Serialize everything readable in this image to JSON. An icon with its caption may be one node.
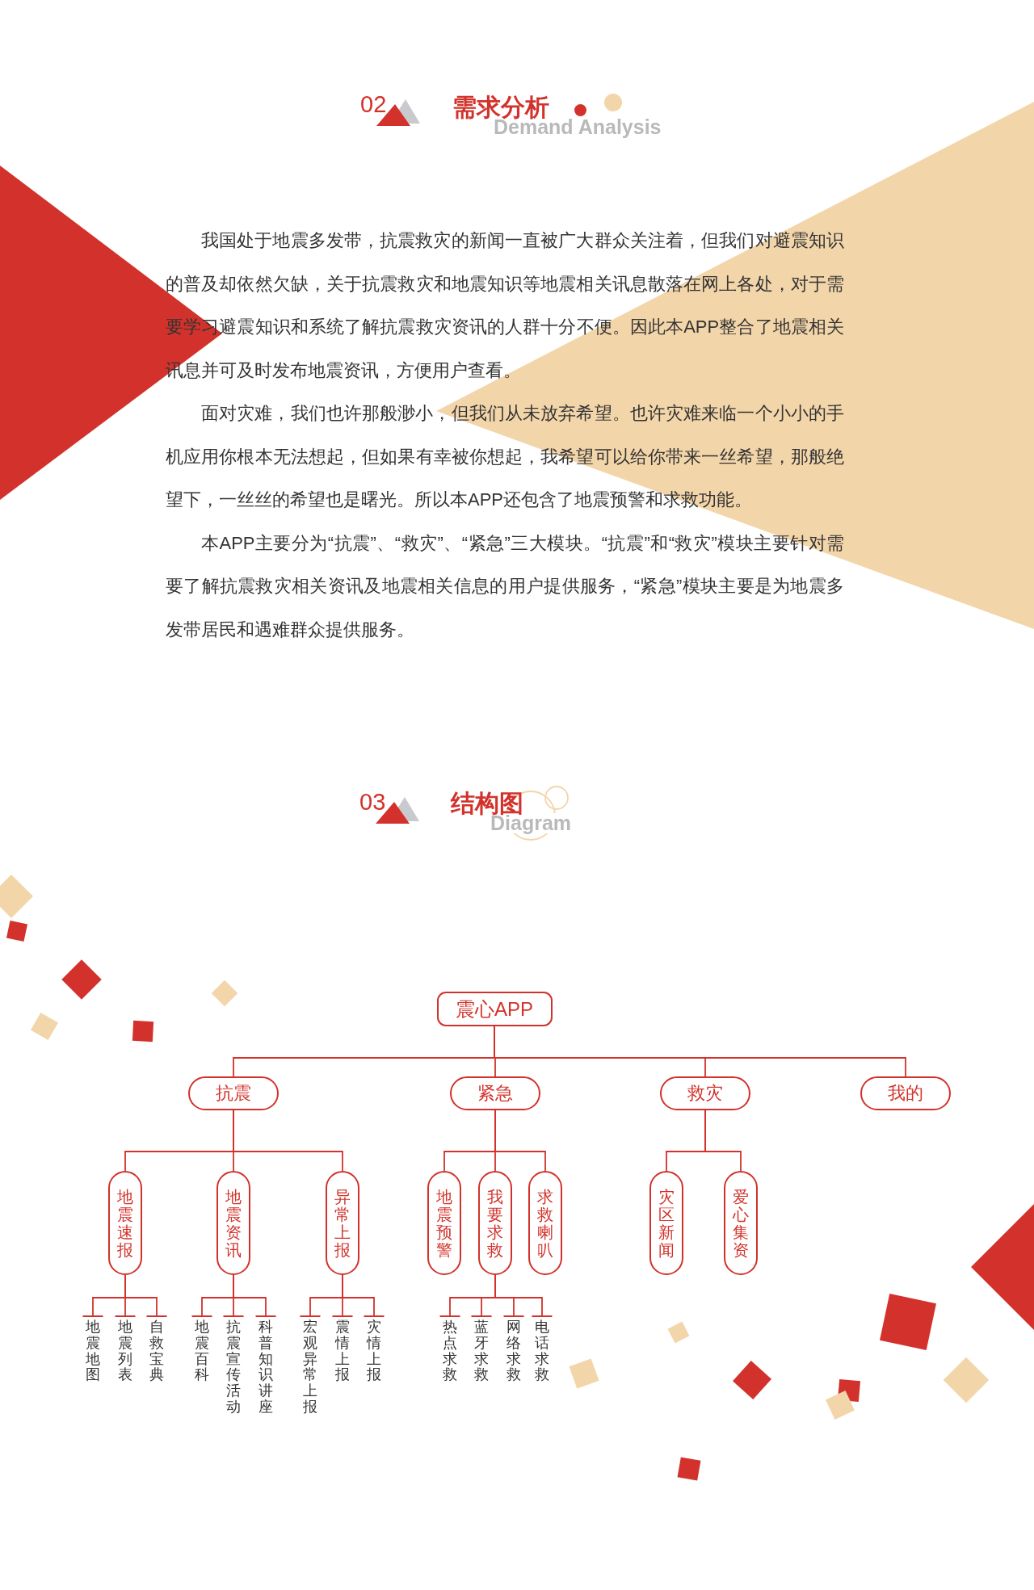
{
  "diagram": {
    "nodes": [
      {
        "text": [
          "震心APP"
        ]
      },
      {
        "text": [
          "抗震"
        ]
      },
      {
        "text": [
          "紧急"
        ]
      },
      {
        "text": [
          "救灾"
        ]
      },
      {
        "text": [
          "我的"
        ]
      },
      {
        "text": [
          "地震速报"
        ]
      },
      {
        "text": [
          "地震资讯"
        ]
      },
      {
        "text": [
          "异常上报"
        ]
      },
      {
        "text": [
          "地震预警"
        ]
      },
      {
        "text": [
          "我要求救"
        ]
      },
      {
        "text": [
          "求救喇叭"
        ]
      },
      {
        "text": [
          "灾区新闻"
        ]
      },
      {
        "text": [
          "爱心集资"
        ]
      },
      {
        "text": [
          "地震地图"
        ]
      },
      {
        "text": [
          "地震列表"
        ]
      },
      {
        "text": [
          "自救宝典"
        ]
      },
      {
        "text": [
          "地震百科"
        ]
      },
      {
        "text": [
          "抗震宣传活动"
        ]
      },
      {
        "text": [
          "科普知识讲座"
        ]
      },
      {
        "text": [
          "宏观异常上报"
        ]
      },
      {
        "text": [
          "震情上报"
        ]
      },
      {
        "text": [
          "灾情上报"
        ]
      },
      {
        "text": [
          "热点求救"
        ]
      },
      {
        "text": [
          "蓝牙求救"
        ]
      },
      {
        "text": [
          "网络求救"
        ]
      },
      {
        "text": [
          "电话求救"
        ]
      }
    ],
    "edges": [
      {
        "from": 0,
        "to": 1,
        "arrow": "none"
      },
      {
        "from": 0,
        "to": 2,
        "arrow": "none"
      },
      {
        "from": 0,
        "to": 3,
        "arrow": "none"
      },
      {
        "from": 0,
        "to": 4,
        "arrow": "none"
      },
      {
        "from": 1,
        "to": 5,
        "arrow": "none"
      },
      {
        "from": 1,
        "to": 6,
        "arrow": "none"
      },
      {
        "from": 1,
        "to": 7,
        "arrow": "none"
      },
      {
        "from": 2,
        "to": 8,
        "arrow": "none"
      },
      {
        "from": 2,
        "to": 9,
        "arrow": "none"
      },
      {
        "from": 2,
        "to": 10,
        "arrow": "none"
      },
      {
        "from": 3,
        "to": 11,
        "arrow": "none"
      },
      {
        "from": 3,
        "to": 12,
        "arrow": "none"
      },
      {
        "from": 5,
        "to": 13,
        "arrow": "other"
      },
      {
        "from": 5,
        "to": 14,
        "arrow": "other"
      },
      {
        "from": 5,
        "to": 15,
        "arrow": "other"
      },
      {
        "from": 6,
        "to": 16,
        "arrow": "other"
      },
      {
        "from": 6,
        "to": 17,
        "arrow": "other"
      },
      {
        "from": 6,
        "to": 18,
        "arrow": "other"
      },
      {
        "from": 7,
        "to": 19,
        "arrow": "other"
      },
      {
        "from": 7,
        "to": 20,
        "arrow": "other"
      },
      {
        "from": 7,
        "to": 21,
        "arrow": "other"
      },
      {
        "from": 9,
        "to": 22,
        "arrow": "other"
      },
      {
        "from": 9,
        "to": 23,
        "arrow": "other"
      },
      {
        "from": 9,
        "to": 24,
        "arrow": "other"
      },
      {
        "from": 9,
        "to": 25,
        "arrow": "other"
      }
    ],
    "labels": [
      "02",
      "需求分析",
      "Demand Analysis",
      "我国处于地震多发带，抗震救灾的新闻一直被广大群众关注着，但我们对避震知识的普及却依然欠缺，关于抗震救灾和地震知识等地震相关讯息散落在网上各处，对于需要学习避震知识和系统了解抗震救灾资讯的人群十分不便。因此本APP整合了地震相关讯息并可及时发布地震资讯，方便用户查看。",
      "面对灾难，我们也许那般渺小，但我们从未放弃希望。也许灾难来临一个小小的手机应用你根本无法想起，但如果有幸被你想起，我希望可以给你带来一丝希望，那般绝望下，一丝丝的希望也是曙光。所以本APP还包含了地震预警和求救功能。",
      "本APP主要分为“抗震”、“救灾”、“紧急”三大模块。“抗震”和“救灾”模块主要针对需要了解抗震救灾相关资讯及地震相关信息的用户提供服务，“紧急”模块主要是为地震多发带居民和遇难群众提供服务。",
      "03",
      "结构图",
      "Diagram"
    ]
  }
}
